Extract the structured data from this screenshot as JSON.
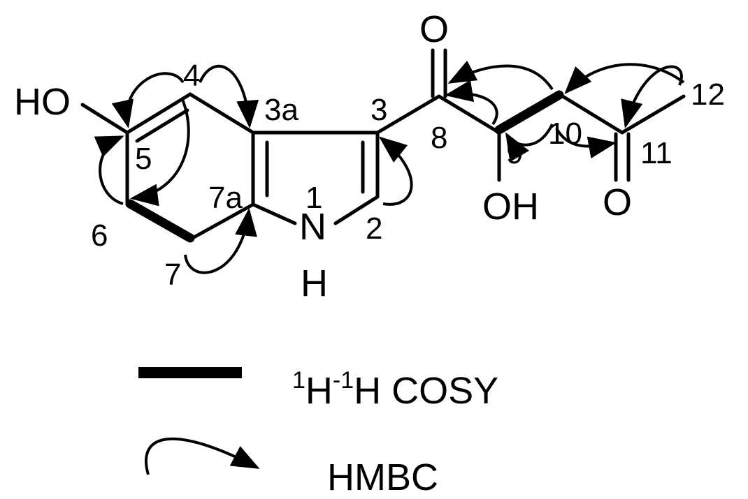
{
  "structure": {
    "atoms": {
      "hydroxyl_5": "HO",
      "nitrogen": "N",
      "nitrogen_h": "H",
      "ketone_o8": "O",
      "hydroxyl_9": "OH",
      "ketone_o11": "O"
    },
    "positions": {
      "p1": "1",
      "p2": "2",
      "p3": "3",
      "p3a": "3a",
      "p4": "4",
      "p5": "5",
      "p6": "6",
      "p7": "7",
      "p7a": "7a",
      "p8": "8",
      "p9": "9",
      "p10": "10",
      "p11": "11",
      "p12": "12"
    }
  },
  "legend": {
    "cosy_sup1": "1",
    "cosy_h1": "H",
    "cosy_sup2": "-1",
    "cosy_h2": "H COSY",
    "hmbc_label": "HMBC"
  }
}
